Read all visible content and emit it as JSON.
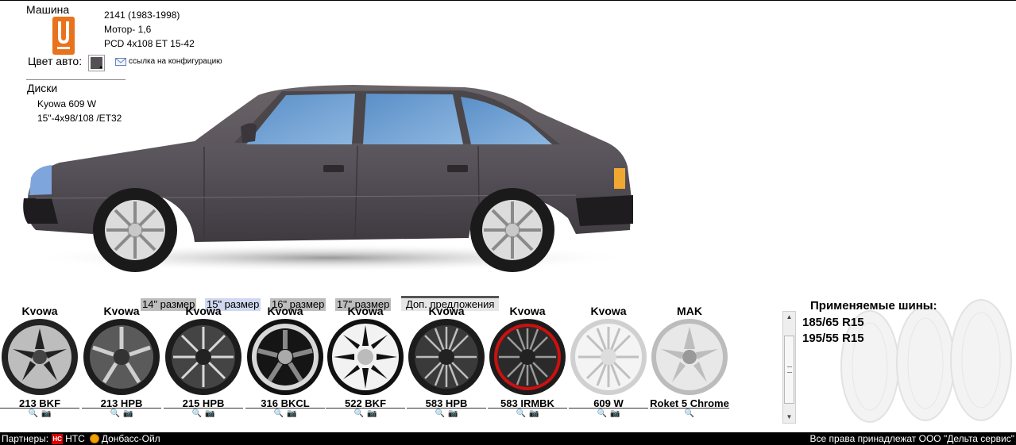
{
  "car": {
    "label": "Машина",
    "model": "2141 (1983-1998)",
    "engine": "Мотор- 1,6",
    "pcd": "PCD  4x108 ET  15-42"
  },
  "color": {
    "label": "Цвет авто:",
    "config_link": "ссылка на конфигурацию",
    "car_color": "#555055"
  },
  "disks": {
    "label": "Диски",
    "selected_name": "Kyowa  609  W",
    "selected_spec": "15\"-4x98/108 /ET32"
  },
  "tabs": [
    {
      "label": "14\" размер"
    },
    {
      "label": "15\" размер"
    },
    {
      "label": "16\" размер"
    },
    {
      "label": "17\" размер"
    },
    {
      "label": "Доп. предложения"
    }
  ],
  "wheels": [
    {
      "brand": "Kyowa",
      "model": "213 BKF"
    },
    {
      "brand": "Kyowa",
      "model": "213 HPB"
    },
    {
      "brand": "Kyowa",
      "model": "215 HPB"
    },
    {
      "brand": "Kyowa",
      "model": "316 BKCL"
    },
    {
      "brand": "Kyowa",
      "model": "522 BKF"
    },
    {
      "brand": "Kyowa",
      "model": "583 HPB"
    },
    {
      "brand": "Kyowa",
      "model": "583 IRMBK"
    },
    {
      "brand": "Kyowa",
      "model": "609 W"
    },
    {
      "brand": "MAK",
      "model": "Roket 5 Chrome"
    }
  ],
  "tires": {
    "title": "Применяемые шины:",
    "sizes": [
      "185/65 R15",
      "195/55 R15"
    ]
  },
  "footer": {
    "partners_label": "Партнеры:",
    "partner1": "НТС",
    "partner1_logo": "НС",
    "partner2": "Донбасс-Ойл",
    "rights": "Все права принадлежат ООО \"Дельта сервис\""
  }
}
